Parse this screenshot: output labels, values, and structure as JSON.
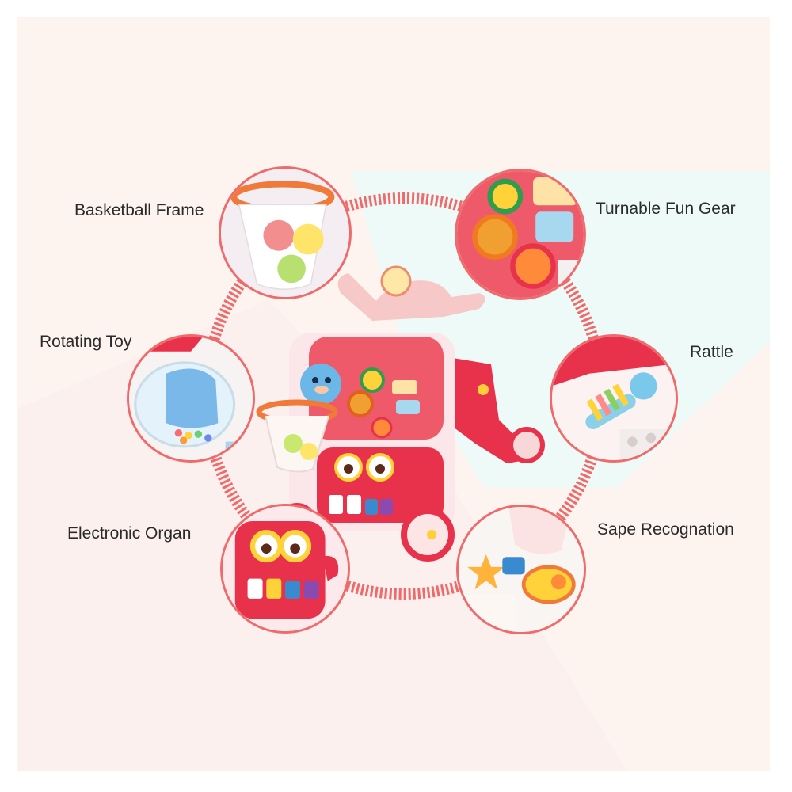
{
  "features": [
    {
      "id": "basketball-frame",
      "label": "Basketball Frame"
    },
    {
      "id": "turnable-fun-gear",
      "label": "Turnable Fun Gear"
    },
    {
      "id": "rotating-toy",
      "label": "Rotating Toy"
    },
    {
      "id": "rattle",
      "label": "Rattle"
    },
    {
      "id": "electronic-organ",
      "label": "Electronic Organ"
    },
    {
      "id": "sape-recognation",
      "label": "Sape Recognation"
    }
  ],
  "colors": {
    "accent": "#ef6b6b",
    "background": "#fdf3ef",
    "mint": "#eefaf8",
    "text": "#2a2a2a"
  }
}
